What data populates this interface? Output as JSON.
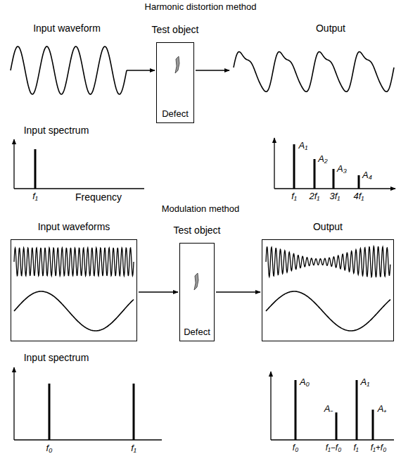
{
  "diagram": {
    "nodes": [
      {
        "text": [
          "Test object",
          "Defect"
        ]
      },
      {
        "text": [
          "Input waveforms"
        ]
      },
      {
        "text": [
          "Test object",
          "Defect"
        ]
      },
      {
        "text": [
          "Output"
        ]
      }
    ],
    "edges": [
      {
        "from": 1,
        "to": 2,
        "arrow": "to"
      },
      {
        "from": 2,
        "to": 3,
        "arrow": "to"
      }
    ],
    "labels": [
      "Harmonic distortion method",
      "Input waveform",
      "Output",
      "Input spectrum",
      "f₁",
      "Frequency",
      "A₁",
      "A₂",
      "A₃",
      "A₄",
      "f₁",
      "2f₁",
      "3f₁",
      "4f₁",
      "Modulation method",
      "Input spectrum",
      "f₀",
      "f₁",
      "A₀",
      "A₋",
      "A₁",
      "A₊",
      "f₀",
      "f₁−f₀",
      "f₁",
      "f₁+f₀"
    ]
  }
}
